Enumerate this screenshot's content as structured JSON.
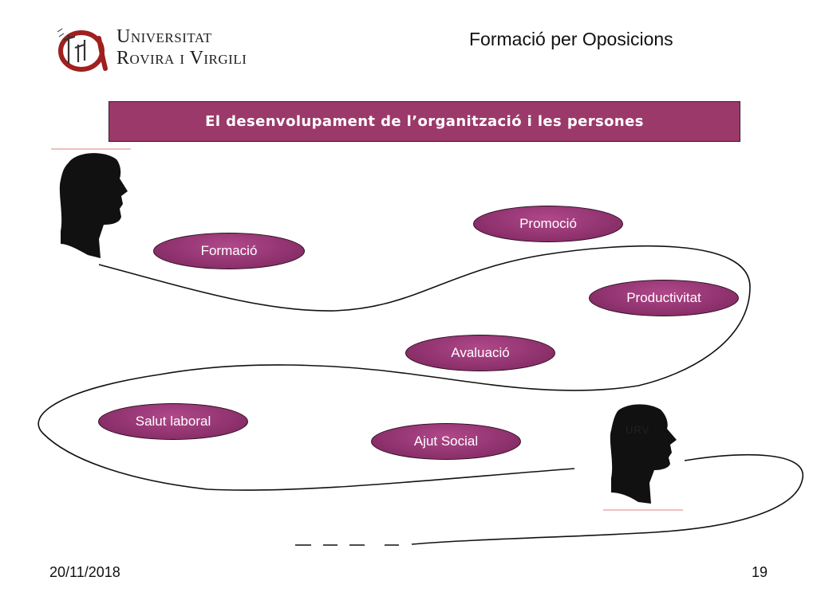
{
  "header": {
    "logo_line1": "Universitat",
    "logo_line2": "Rovira i Virgili",
    "title": "Formació per Oposicions"
  },
  "banner": {
    "text": "El desenvolupament de l’organització i les persones"
  },
  "diagram": {
    "nodes": [
      {
        "id": "formacio",
        "label": "Formació"
      },
      {
        "id": "promocio",
        "label": "Promoció"
      },
      {
        "id": "productivitat",
        "label": "Productivitat"
      },
      {
        "id": "avaluacio",
        "label": "Avaluació"
      },
      {
        "id": "salut-laboral",
        "label": "Salut laboral"
      },
      {
        "id": "ajut-social",
        "label": "Ajut Social"
      }
    ],
    "urv_label": "URV"
  },
  "footer": {
    "date": "20/11/2018",
    "page": "19"
  },
  "colors": {
    "accent": "#9b3a6a",
    "oval": "#8a2f6a"
  }
}
